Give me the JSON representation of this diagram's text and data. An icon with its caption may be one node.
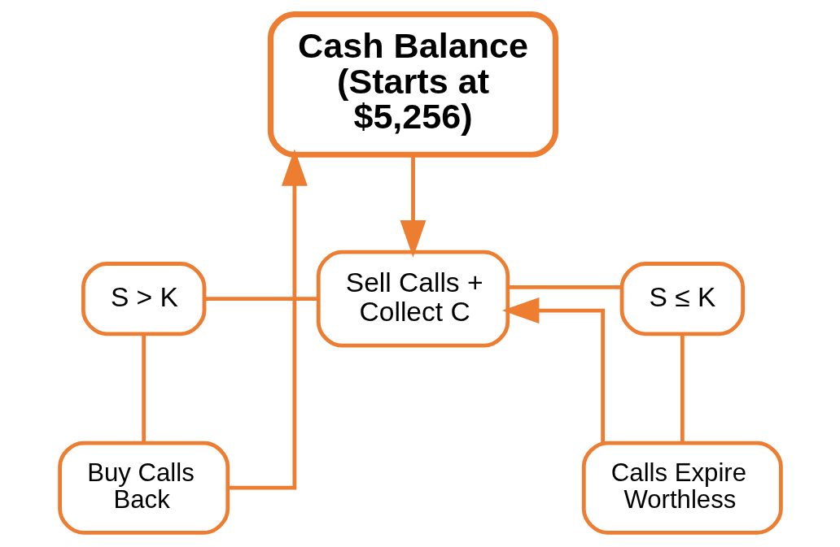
{
  "diagram": {
    "nodes": [
      {
        "text": [
          "Cash Balance (Starts at $5,256)"
        ]
      },
      {
        "text": [
          "Sell Calls + Collect C"
        ]
      },
      {
        "text": [
          "S > K"
        ]
      },
      {
        "text": [
          "S ≤ K"
        ]
      },
      {
        "text": [
          "Buy Calls Back"
        ]
      },
      {
        "text": [
          "Calls Expire Worthless"
        ]
      }
    ],
    "edges": [
      {
        "from": 0,
        "to": 1,
        "arrow": "to"
      },
      {
        "from": 1,
        "to": 2,
        "arrow": "none"
      },
      {
        "from": 1,
        "to": 3,
        "arrow": "none"
      },
      {
        "from": 2,
        "to": 4,
        "arrow": "none"
      },
      {
        "from": 3,
        "to": 5,
        "arrow": "none"
      },
      {
        "from": 4,
        "to": 0,
        "arrow": "to"
      },
      {
        "from": 5,
        "to": 1,
        "arrow": "to"
      }
    ]
  }
}
